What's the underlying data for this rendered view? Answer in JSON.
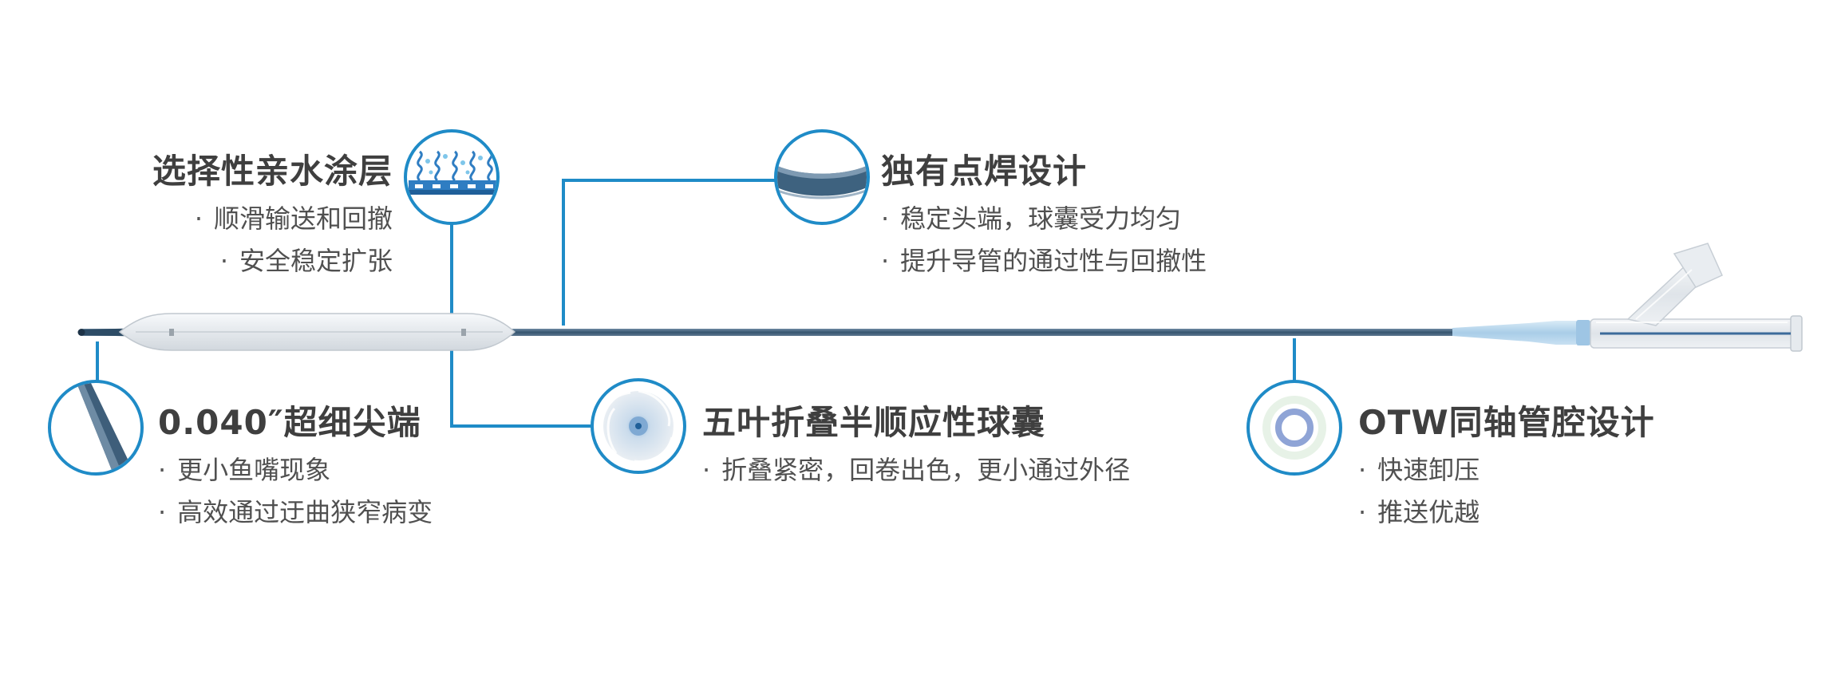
{
  "colors": {
    "accent": "#1f8bc7",
    "shaft": "#3b5f7e",
    "balloon": "#eef1f4",
    "hub": "#bcd9ef",
    "title_text": "#3f3f3f",
    "bullet_text": "#505050"
  },
  "features": [
    {
      "id": "hydrophilic-coating",
      "icon": "coating-layer-icon",
      "title": "选择性亲水涂层",
      "bullets": [
        "顺滑输送和回撤",
        "安全稳定扩张"
      ]
    },
    {
      "id": "spot-weld",
      "icon": "spot-weld-icon",
      "title": "独有点焊设计",
      "bullets": [
        "稳定头端，球囊受力均匀",
        "提升导管的通过性与回撤性"
      ]
    },
    {
      "id": "ultra-thin-tip",
      "icon": "tapered-tip-icon",
      "title": "0.040″超细尖端",
      "bullets": [
        "更小鱼嘴现象",
        "高效通过迂曲狭窄病变"
      ]
    },
    {
      "id": "five-fold-balloon",
      "icon": "folded-balloon-icon",
      "title": "五叶折叠半顺应性球囊",
      "bullets": [
        "折叠紧密，回卷出色，更小通过外径"
      ]
    },
    {
      "id": "otw-coaxial",
      "icon": "coaxial-lumen-icon",
      "title": "OTW同轴管腔设计",
      "bullets": [
        "快速卸压",
        "推送优越"
      ]
    }
  ]
}
